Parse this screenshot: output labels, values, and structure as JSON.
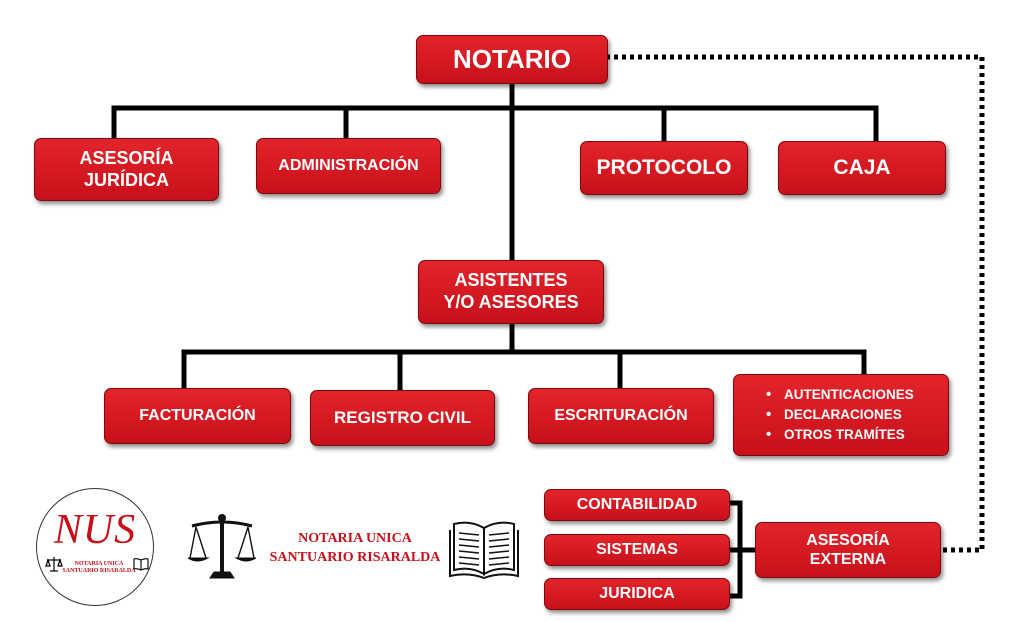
{
  "org_chart": {
    "notario": "NOTARIO",
    "asesoria_juridica": [
      "ASESORÍA",
      "JURÍDICA"
    ],
    "administracion": "ADMINISTRACIÓN",
    "protocolo": "PROTOCOLO",
    "caja": "CAJA",
    "asistentes": [
      "ASISTENTES",
      "Y/O ASESORES"
    ],
    "facturacion": "FACTURACIÓN",
    "registro_civil": "REGISTRO CIVIL",
    "escrituracion": "ESCRITURACIÓN",
    "tramites": [
      "AUTENTICACIONES",
      "DECLARACIONES",
      "OTROS TRAMÍTES"
    ],
    "contabilidad": "CONTABILIDAD",
    "sistemas": "SISTEMAS",
    "juridica": "JURIDICA",
    "asesoria_externa": [
      "ASESORÍA",
      "EXTERNA"
    ]
  },
  "branding": {
    "logo_monogram": "NUS",
    "logo_small_lines": [
      "NOTARIA UNICA",
      "SANTUARIO RISARALDA"
    ],
    "name_lines": [
      "NOTARIA UNICA",
      "SANTUARIO RISARALDA"
    ]
  },
  "colors": {
    "box_fill": "#d9161f",
    "box_border": "#7a0a0e",
    "connector": "#000000",
    "brand_red": "#c8101a"
  }
}
